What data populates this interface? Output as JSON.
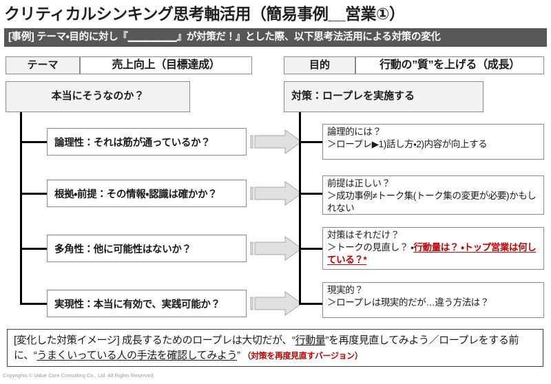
{
  "slide": {
    "title": "クリティカルシンキング思考軸活用（簡易事例__営業①）",
    "subtitle_prefix": "[事例] テーマ・目的に対し『",
    "subtitle_blank": "＿＿＿＿＿",
    "subtitle_suffix": "』が対策だ！』とした際、以下思考法活用による対策の変化",
    "copyright": "Copyrights © Value Core Consulting Co., Ltd.  All Rights Reserved.",
    "accent_red": "#c00000",
    "band_gray": "#575757",
    "box_gray": "#f2f2f2"
  },
  "left": {
    "header_label": "テーマ",
    "header_value": "売上向上（目標達成）",
    "premise": "本当にそうなのか？",
    "axes": [
      {
        "name": "論理性",
        "question": "：それは筋が通っているか？"
      },
      {
        "name": "根拠・前提",
        "question": "：その情報・認識は確かか？"
      },
      {
        "name": "多角性",
        "question": "：他に可能性はないか？"
      },
      {
        "name": "実現性",
        "question": "：本当に有効で、実践可能か？"
      }
    ]
  },
  "right": {
    "header_label": "目的",
    "header_value": "行動の”質”を上げる（成長）",
    "premise": "対策：ロープレを実施する",
    "answers": [
      {
        "question": "論理的には？",
        "answer": "＞ロープレ▶1)話し方・2)内容が向上する",
        "answer_black": "",
        "answer_red": ""
      },
      {
        "question": "前提は正しい？",
        "answer": "＞成功事例≠トーク集(トーク集の変更が必要)かもしれない",
        "answer_black": "",
        "answer_red": ""
      },
      {
        "question": "対策はそれだけ？",
        "answer": "",
        "answer_black": "＞トークの見直し？ ・",
        "answer_red": "行動量は？ ・トップ営業は何している？*"
      },
      {
        "question": "現実的？",
        "answer": "＞ロープレは現実的だが…違う方法は？",
        "answer_black": "",
        "answer_red": ""
      }
    ]
  },
  "summary": {
    "part1": "[変化した対策イメージ] 成長するためのロープレは大切だが、“",
    "underline1": "行動量",
    "part2": "”を再度見直してみよう／ロープレをする前に、“",
    "underline2": "うまくいっている人の手法を確認してみよう",
    "part3": "” ",
    "note": "（対策を再度見直すバージョン）"
  },
  "arrows": {
    "icon": "right-arrow-icon",
    "count": 4
  }
}
